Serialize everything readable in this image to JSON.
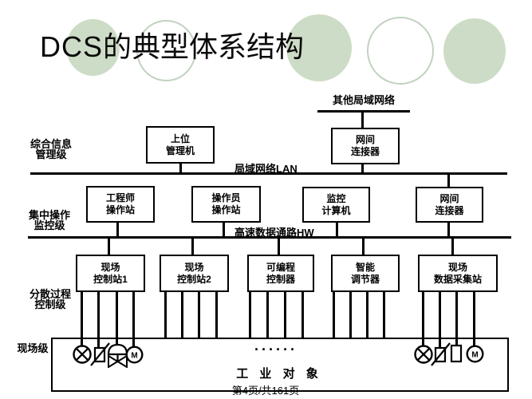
{
  "slide": {
    "title_latin": "DCS",
    "title_cjk": "的典型体系结构",
    "footer": "第4页/共161页"
  },
  "colors": {
    "circle_green": "#cddcc6",
    "circle_white_border": "#c2d2c0",
    "line_black": "#000000",
    "background": "#ffffff"
  },
  "diagram": {
    "top_network_label": "其他局域网络",
    "buses": [
      {
        "label": "局域网络LAN"
      },
      {
        "label": "高速数据通路HW"
      }
    ],
    "levels": [
      {
        "line1": "综合信息",
        "line2": "管理级"
      },
      {
        "line1": "集中操作",
        "line2": "监控级"
      },
      {
        "line1": "分散过程",
        "line2": "控制级"
      },
      {
        "line1": "现场级",
        "line2": ""
      }
    ],
    "row1_nodes": [
      {
        "line1": "上位",
        "line2": "管理机"
      },
      {
        "line1": "网间",
        "line2": "连接器"
      }
    ],
    "row2_nodes": [
      {
        "line1": "工程师",
        "line2": "操作站"
      },
      {
        "line1": "操作员",
        "line2": "操作站"
      },
      {
        "line1": "监控",
        "line2": "计算机"
      },
      {
        "line1": "网间",
        "line2": "连接器"
      }
    ],
    "row3_nodes": [
      {
        "line1": "现场",
        "line2": "控制站1"
      },
      {
        "line1": "现场",
        "line2": "控制站2"
      },
      {
        "line1": "可编程",
        "line2": "控制器"
      },
      {
        "line1": "智能",
        "line2": "调节器"
      },
      {
        "line1": "现场",
        "line2": "数据采集站"
      }
    ],
    "field": {
      "industry_label": "工 业 对 象",
      "dots": "······",
      "motor_letter": "M",
      "symbols_left": [
        "valve-circle-x",
        "damper-slash-rect",
        "control-valve",
        "motor-m"
      ],
      "symbols_right": [
        "valve-circle-x",
        "damper-slash-rect",
        "plain-rect",
        "motor-m"
      ]
    }
  }
}
